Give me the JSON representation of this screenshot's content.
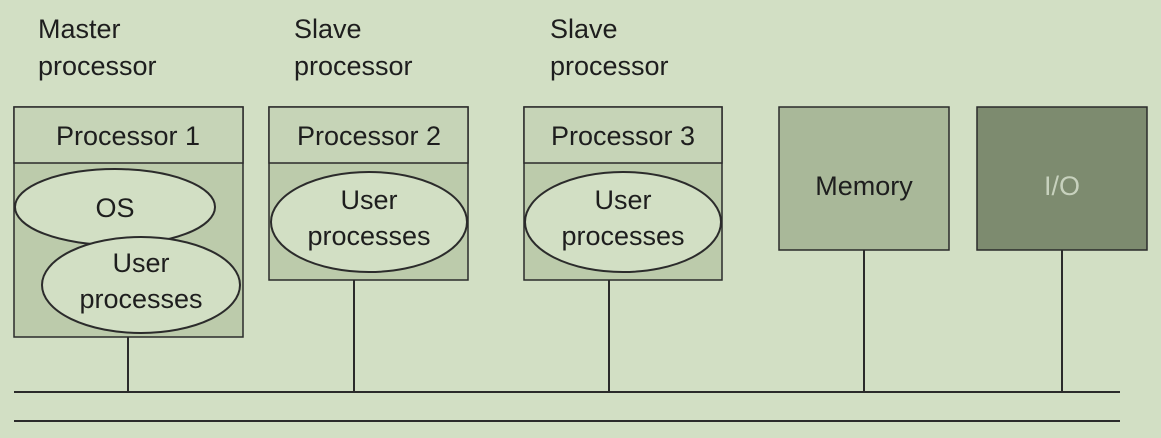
{
  "colors": {
    "background": "#d2dfc4",
    "box_fill": "#bccbab",
    "header_fill": "#c6d4b7",
    "ellipse_fill": "#d2dfc4",
    "memory_fill": "#a9b899",
    "io_fill": "#7d8b6f",
    "stroke": "#2b2b2b"
  },
  "processors": [
    {
      "role_line1": "Master",
      "role_line2": "processor",
      "name": "Processor 1",
      "os_label": "OS",
      "user_line1": "User",
      "user_line2": "processes"
    },
    {
      "role_line1": "Slave",
      "role_line2": "processor",
      "name": "Processor 2",
      "user_line1": "User",
      "user_line2": "processes"
    },
    {
      "role_line1": "Slave",
      "role_line2": "processor",
      "name": "Processor 3",
      "user_line1": "User",
      "user_line2": "processes"
    }
  ],
  "memory": {
    "label": "Memory"
  },
  "io": {
    "label": "I/O"
  }
}
